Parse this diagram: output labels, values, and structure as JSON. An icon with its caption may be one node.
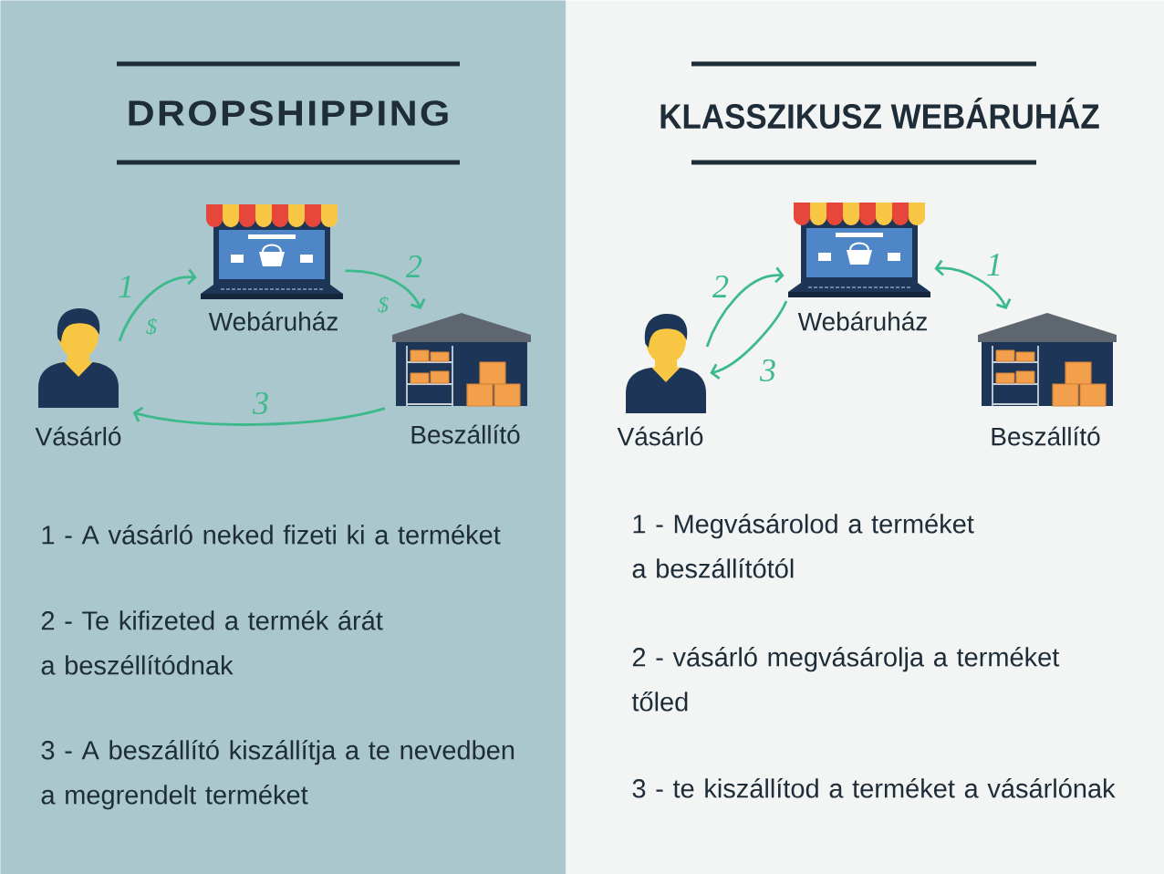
{
  "diagram": {
    "nodes": [
      {
        "text": [
          "DROPSHIPPING"
        ]
      },
      {
        "text": [],
        "shape": "person",
        "in": 0,
        "beside": [
          "Vásárló"
        ]
      },
      {
        "text": [],
        "shape": "picture",
        "in": 0,
        "beside": [
          "Webáruház"
        ]
      },
      {
        "text": [],
        "shape": "picture",
        "in": 0,
        "beside": [
          "Beszállító"
        ]
      },
      {
        "text": [
          "KLASSZIKUSZ WEBÁRUHÁZ"
        ]
      },
      {
        "text": [],
        "shape": "person",
        "in": 4,
        "beside": [
          "Vásárló"
        ]
      },
      {
        "text": [],
        "shape": "picture",
        "in": 4,
        "beside": [
          "Webáruház"
        ]
      },
      {
        "text": [],
        "shape": "picture",
        "in": 4,
        "beside": [
          "Beszállító"
        ]
      }
    ],
    "edges": [
      {
        "from": 1,
        "to": 2,
        "arrow": "to",
        "label": "1"
      },
      {
        "from": 2,
        "to": 3,
        "arrow": "to",
        "label": "2"
      },
      {
        "from": 3,
        "to": 1,
        "arrow": "to",
        "label": "3"
      },
      {
        "from": 6,
        "to": 7,
        "arrow": "both",
        "label": "1"
      },
      {
        "from": 5,
        "to": 6,
        "arrow": "to",
        "label": "2"
      },
      {
        "from": 6,
        "to": 5,
        "arrow": "to",
        "label": "3"
      }
    ],
    "labels": [
      "$",
      "$",
      "1 - A vásárló neked fizeti ki a terméket",
      "2 - Te kifizeted a termék árát a beszéllítódnak",
      "3 - A beszállító kiszállítja a te nevedben a megrendelt terméket",
      "1 - Megvásárolod a terméket a beszállítótól",
      "2 - vásárló megvásárolja a terméket tőled",
      "3 - te kiszállítod a terméket a vásárlónak"
    ]
  }
}
